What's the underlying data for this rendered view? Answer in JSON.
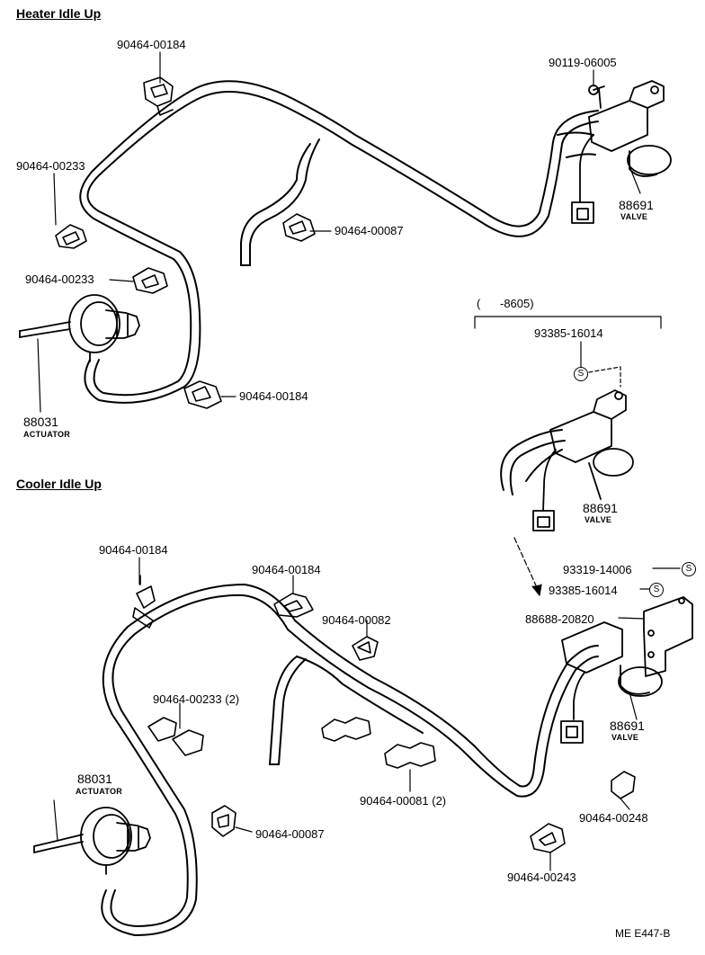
{
  "sections": {
    "heater_title": "Heater Idle Up",
    "cooler_title": "Cooler Idle Up"
  },
  "heater": {
    "clip_top": "90464-00184",
    "clip_left1": "90464-00233",
    "clip_left2": "90464-00233",
    "clip_mid": "90464-00087",
    "clip_bottom": "90464-00184",
    "screw": "90119-06005",
    "valve_no": "88691",
    "valve_name": "VALVE",
    "actuator_no": "88031",
    "actuator_name": "ACTUATOR"
  },
  "variant": {
    "range_label": "(      -8605)",
    "screw": "93385-16014",
    "valve_no": "88691",
    "valve_name": "VALVE",
    "s_mark": "S"
  },
  "cooler": {
    "clip_a": "90464-00184",
    "clip_b": "90464-00184",
    "clip_c": "90464-00082",
    "clip_d": "90464-00233 (2)",
    "clip_e": "90464-00081 (2)",
    "clip_f": "90464-00087",
    "clip_g": "90464-00248",
    "clip_h": "90464-00243",
    "bolt": "93319-14006",
    "screw": "93385-16014",
    "bracket": "88688-20820",
    "valve_no": "88691",
    "valve_name": "VALVE",
    "actuator_no": "88031",
    "actuator_name": "ACTUATOR"
  },
  "ref_code": "ME E447-B"
}
